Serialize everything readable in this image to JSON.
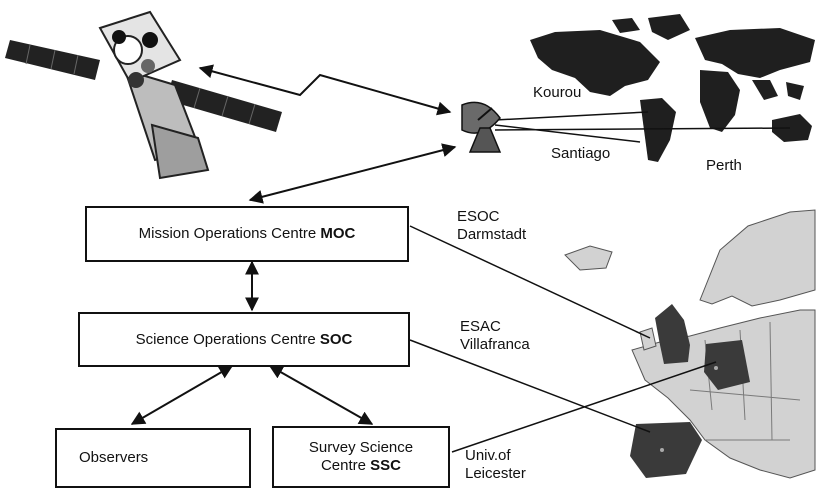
{
  "boxes": {
    "moc": {
      "text": "Mission Operations Centre",
      "abbr": "MOC"
    },
    "soc": {
      "text": "Science Operations Centre",
      "abbr": "SOC"
    },
    "observers": {
      "text": "Observers"
    },
    "ssc": {
      "line1": "Survey Science",
      "line2": "Centre",
      "abbr": "SSC"
    }
  },
  "ground_stations": {
    "kourou": "Kourou",
    "santiago": "Santiago",
    "perth": "Perth"
  },
  "sites": {
    "esoc_line1": "ESOC",
    "esoc_line2": "Darmstadt",
    "esac_line1": "ESAC",
    "esac_line2": "Villafranca",
    "leicester_line1": "Univ.of",
    "leicester_line2": "Leicester"
  },
  "colors": {
    "line": "#111111",
    "map_land": "#1f1f1f",
    "europe_light": "#d2d2d2",
    "europe_dark": "#3a3a3a"
  },
  "icons": {
    "satellite": "satellite-icon",
    "dish": "satellite-dish-icon",
    "world_map": "world-map",
    "europe_map": "europe-map"
  }
}
